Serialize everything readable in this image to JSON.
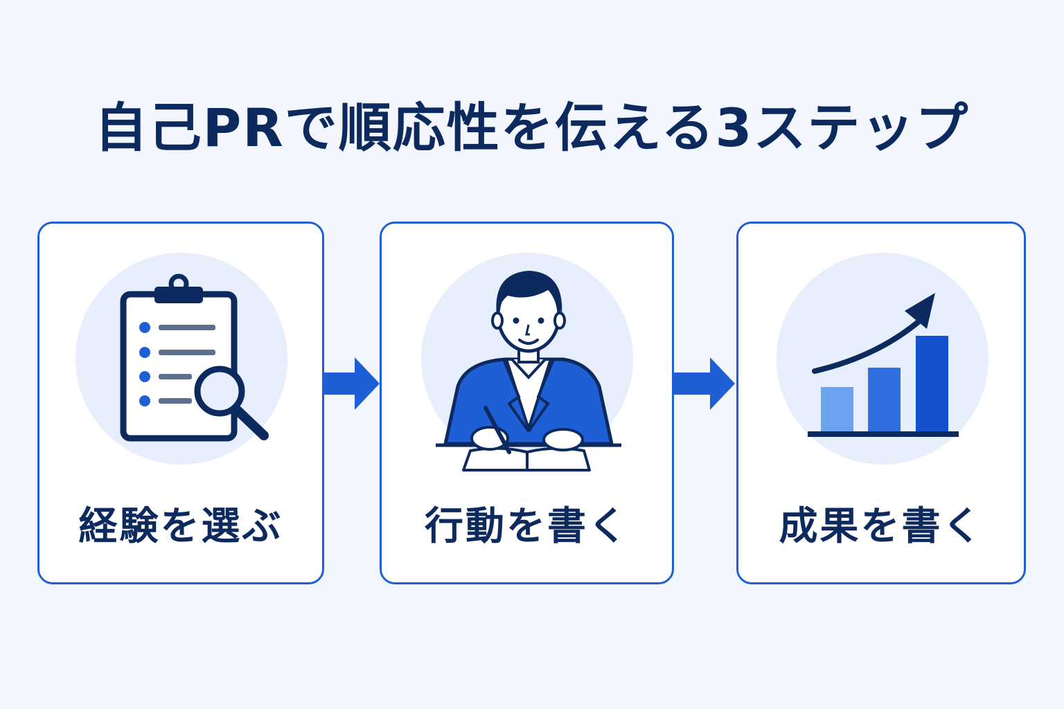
{
  "title": "自己PRで順応性を伝える3ステップ",
  "steps": [
    {
      "label": "経験を選ぶ",
      "icon": "clipboard-search-icon"
    },
    {
      "label": "行動を書く",
      "icon": "person-writing-icon"
    },
    {
      "label": "成果を書く",
      "icon": "growth-chart-icon"
    }
  ],
  "colors": {
    "background": "#f3f7fd",
    "navy": "#0d2a5e",
    "accent": "#1f5fd6",
    "circle": "#e6effb"
  }
}
